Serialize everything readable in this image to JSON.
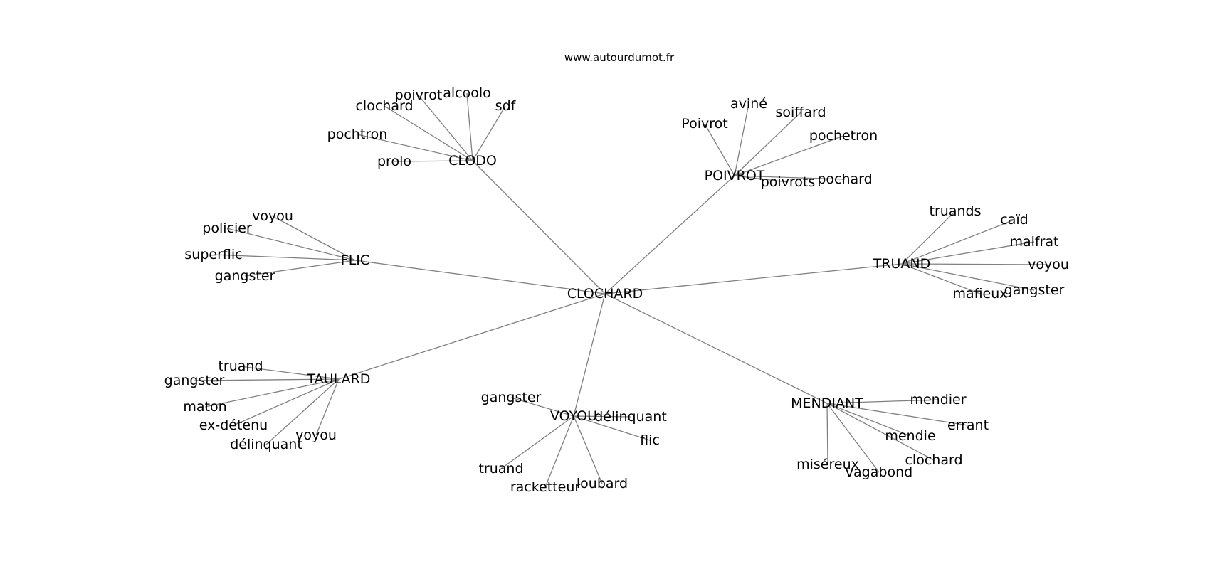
{
  "site": "www.autourdumot.fr",
  "graph": {
    "center": "CLOCHARD",
    "clusters": [
      {
        "hub": "CLODO",
        "words": [
          "clochard",
          "poivrot",
          "alcoolo",
          "sdf",
          "pochtron",
          "prolo"
        ]
      },
      {
        "hub": "POIVROT",
        "words": [
          "Poivrot",
          "aviné",
          "soiffard",
          "pochetron",
          "poivrots",
          "pochard"
        ]
      },
      {
        "hub": "FLIC",
        "words": [
          "voyou",
          "policier",
          "superflic",
          "gangster"
        ]
      },
      {
        "hub": "TRUAND",
        "words": [
          "truands",
          "caïd",
          "malfrat",
          "voyou",
          "gangster",
          "mafieux"
        ]
      },
      {
        "hub": "TAULARD",
        "words": [
          "truand",
          "gangster",
          "maton",
          "ex-détenu",
          "délinquant",
          "voyou"
        ]
      },
      {
        "hub": "VOYOU",
        "words": [
          "gangster",
          "délinquant",
          "flic",
          "truand",
          "racketteur",
          "loubard"
        ]
      },
      {
        "hub": "MENDIANT",
        "words": [
          "mendier",
          "errant",
          "mendie",
          "clochard",
          "miséreux",
          "vagabond"
        ]
      }
    ]
  }
}
